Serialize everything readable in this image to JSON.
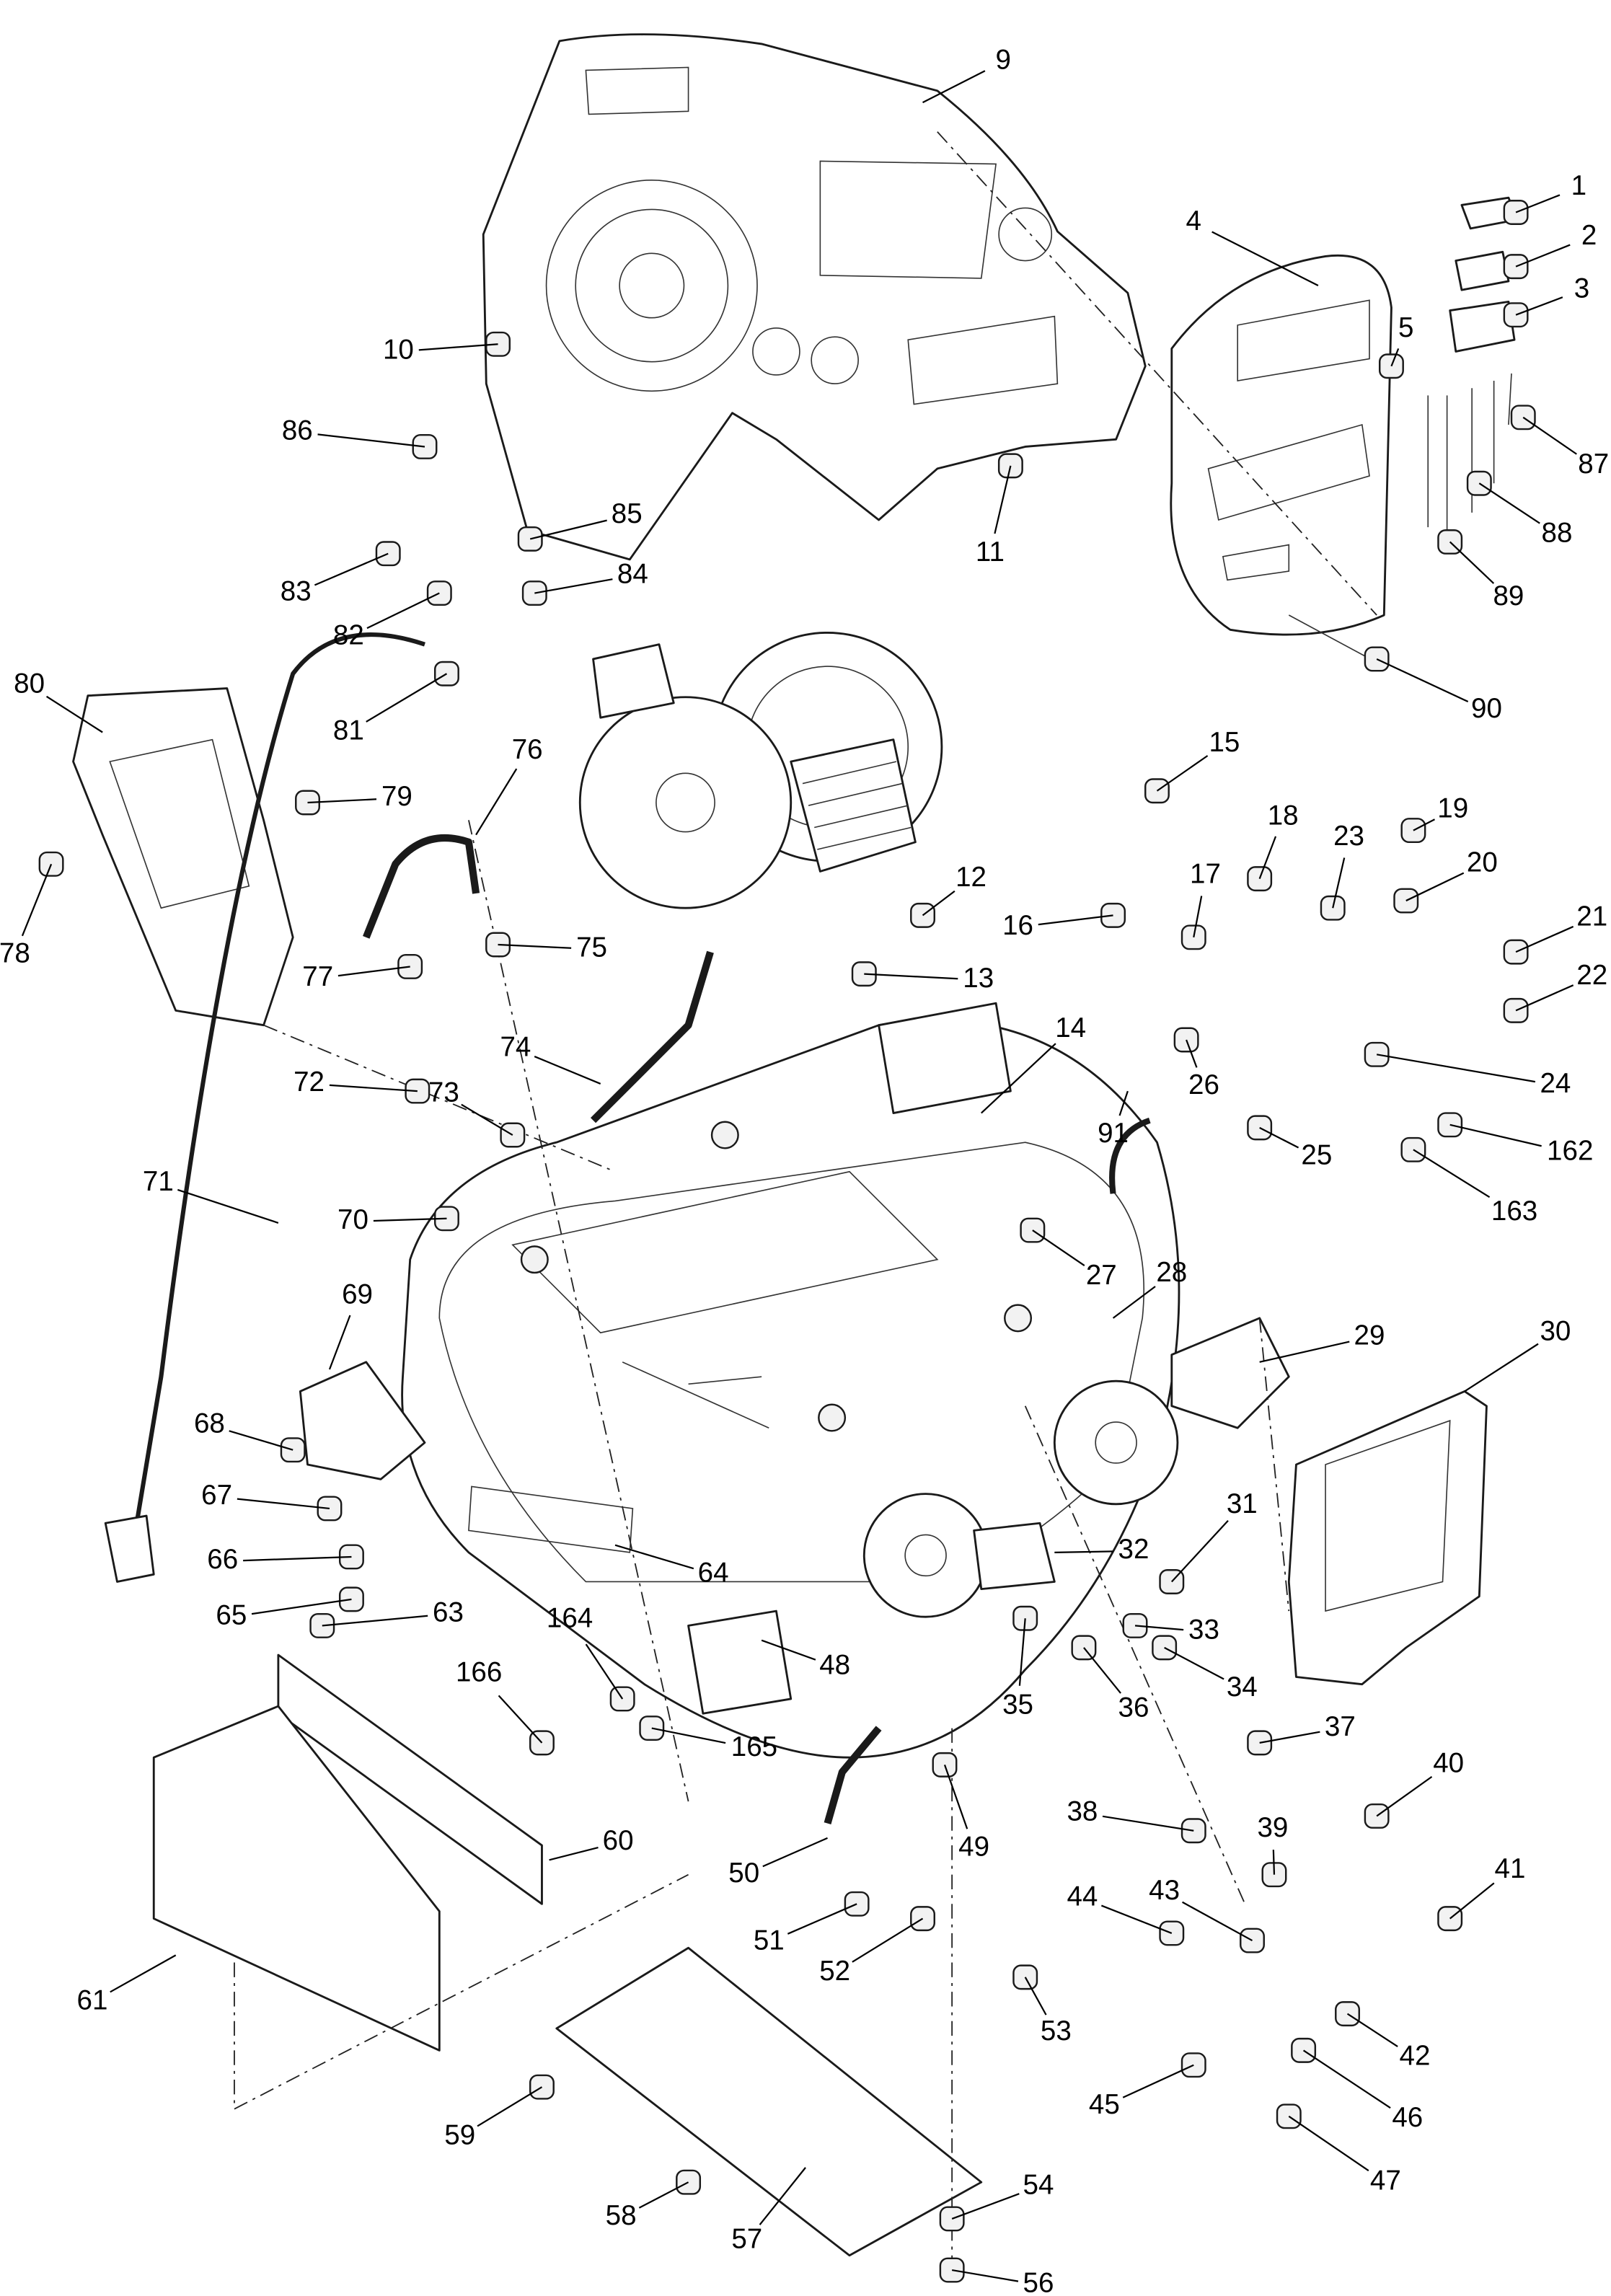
{
  "part_labels": [
    "1",
    "2",
    "3",
    "4",
    "5",
    "9",
    "10",
    "11",
    "12",
    "13",
    "14",
    "15",
    "16",
    "17",
    "18",
    "19",
    "20",
    "21",
    "22",
    "23",
    "24",
    "25",
    "26",
    "27",
    "28",
    "29",
    "30",
    "31",
    "32",
    "33",
    "34",
    "35",
    "36",
    "37",
    "38",
    "39",
    "40",
    "41",
    "42",
    "43",
    "44",
    "45",
    "46",
    "47",
    "48",
    "49",
    "50",
    "51",
    "52",
    "53",
    "54",
    "56",
    "57",
    "58",
    "59",
    "60",
    "61",
    "63",
    "64",
    "65",
    "66",
    "67",
    "68",
    "69",
    "70",
    "71",
    "72",
    "73",
    "74",
    "75",
    "76",
    "77",
    "78",
    "79",
    "80",
    "81",
    "82",
    "83",
    "84",
    "85",
    "86",
    "87",
    "88",
    "89",
    "90",
    "91",
    "162",
    "163",
    "164",
    "165",
    "166"
  ]
}
